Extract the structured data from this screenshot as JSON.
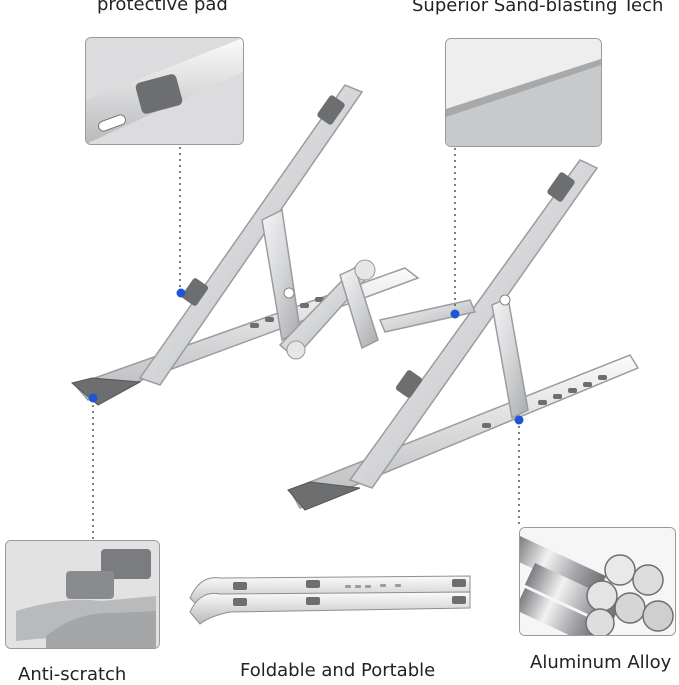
{
  "labels": {
    "top_left": "protective pad",
    "top_right": "Superior Sand-blasting Tech",
    "bottom_left": "Anti-scratch",
    "bottom_center": "Foldable and Portable",
    "bottom_right": "Aluminum Alloy"
  },
  "colors": {
    "background": "#ffffff",
    "metal_light": "#e9e9ea",
    "metal_mid": "#c7c8ca",
    "metal_dark": "#8e8f92",
    "pad": "#6d6e70",
    "callout_dot": "#1e56d6",
    "leader_line": "#555555"
  }
}
